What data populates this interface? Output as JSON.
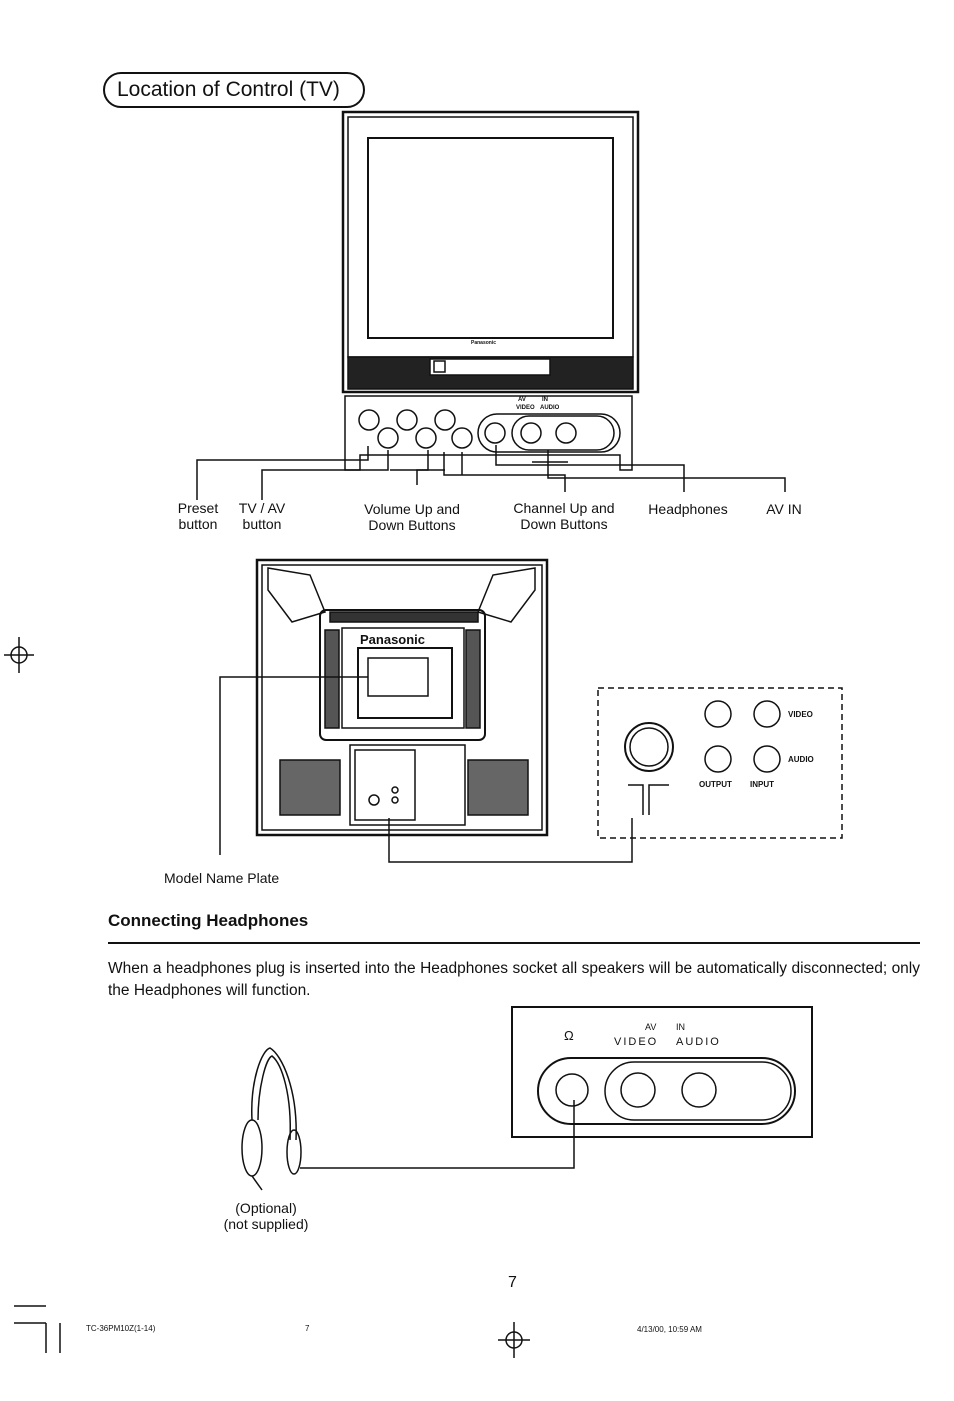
{
  "section_title": "Location of Control (TV)",
  "tv": {
    "brand": "Panasonic",
    "panel_labels": {
      "av": "AV",
      "in": "IN",
      "video": "VIDEO",
      "audio": "AUDIO"
    }
  },
  "callouts": {
    "preset": [
      "Preset",
      "button"
    ],
    "tv_av": [
      "TV / AV",
      "button"
    ],
    "volume": [
      "Volume Up and",
      "Down Buttons"
    ],
    "channel": [
      "Channel Up and",
      "Down Buttons"
    ],
    "headphones": "Headphones",
    "av_in": "AV IN"
  },
  "rear": {
    "brand": "Panasonic",
    "model_plate_label": "Model Name Plate",
    "inset": {
      "video": "VIDEO",
      "audio": "AUDIO",
      "output": "OUTPUT",
      "input": "INPUT"
    }
  },
  "headphones_section": {
    "heading": "Connecting Headphones",
    "text": "When a headphones plug is inserted into the Headphones socket all speakers will be automatically disconnected; only the Headphones will function.",
    "panel": {
      "av": "AV",
      "in": "IN",
      "video": "VIDEO",
      "audio": "AUDIO"
    },
    "caption": [
      "(Optional)",
      "(not supplied)"
    ]
  },
  "page_number": "7",
  "footer": {
    "doc_code": "TC-36PM10Z(1-14)",
    "page": "7",
    "timestamp": "4/13/00, 10:59 AM"
  }
}
